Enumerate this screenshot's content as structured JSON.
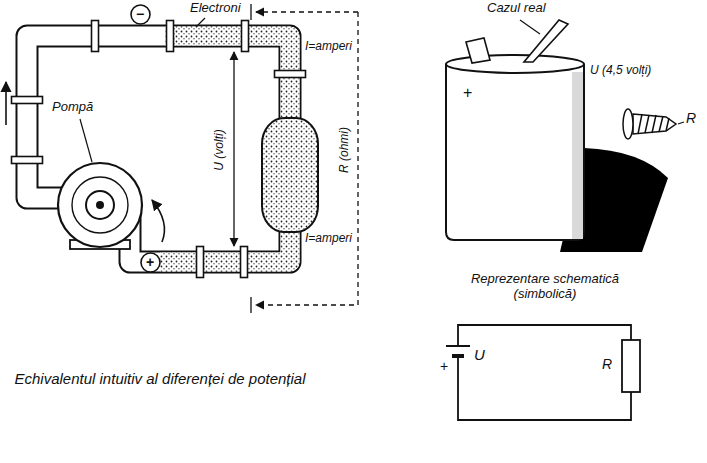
{
  "diagram": {
    "caption": "Echivalentul intuitiv al diferenței de potențial",
    "nodes": [
      {
        "text": [
          "−"
        ]
      },
      {
        "text": [
          "+"
        ]
      }
    ],
    "labels": [
      "Electroni",
      "I=amperi",
      "Pompă",
      "U (volți)",
      "R (ohmi)",
      "I=amperi",
      "Cazul real",
      "+",
      "U (4,5 volți)",
      "R",
      "Reprezentare schematică (simbolică)",
      "U",
      "+",
      "R"
    ]
  }
}
